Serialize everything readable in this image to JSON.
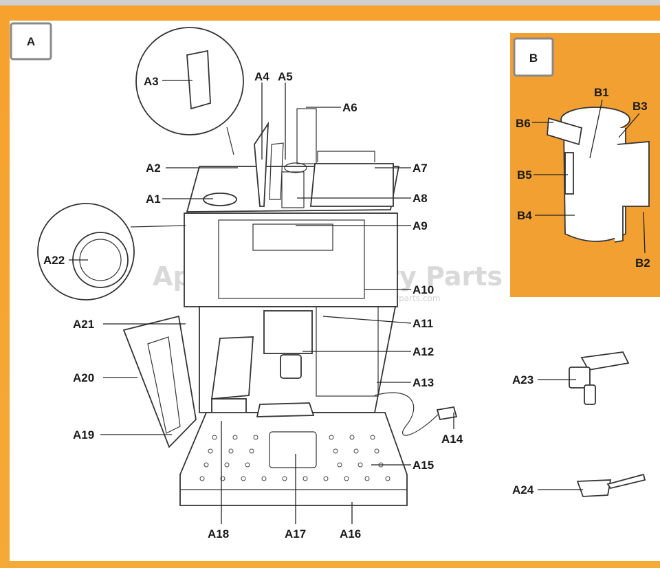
{
  "panels": {
    "a": {
      "label": "A"
    },
    "b": {
      "label": "B",
      "background": "#f3a033"
    }
  },
  "watermark": {
    "text": "Appliance Factory Parts",
    "url": "© http://www.appliancefactoryparts.com"
  },
  "callouts": {
    "A1": "A1",
    "A2": "A2",
    "A3": "A3",
    "A4": "A4",
    "A5": "A5",
    "A6": "A6",
    "A7": "A7",
    "A8": "A8",
    "A9": "A9",
    "A10": "A10",
    "A11": "A11",
    "A12": "A12",
    "A13": "A13",
    "A14": "A14",
    "A15": "A15",
    "A16": "A16",
    "A17": "A17",
    "A18": "A18",
    "A19": "A19",
    "A20": "A20",
    "A21": "A21",
    "A22": "A22",
    "A23": "A23",
    "A24": "A24",
    "B1": "B1",
    "B2": "B2",
    "B3": "B3",
    "B4": "B4",
    "B5": "B5",
    "B6": "B6"
  },
  "colors": {
    "frame": "#f7a12e",
    "panel_b": "#f3a033",
    "line": "#222222"
  }
}
